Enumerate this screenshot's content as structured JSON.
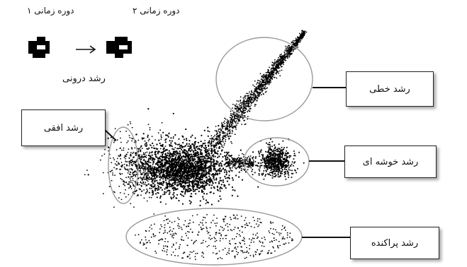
{
  "header": {
    "period1": "دوره زمانی ۱",
    "period2": "دوره زمانی ۲",
    "inner_growth": "رشد درونی"
  },
  "labels": {
    "linear": "رشد خطی",
    "horizontal": "رشد افقی",
    "cluster": "رشد خوشه ای",
    "scattered": "رشد پراکنده"
  },
  "colors": {
    "ink": "#111111",
    "ellipse": "#999999",
    "dots": "#000000"
  }
}
